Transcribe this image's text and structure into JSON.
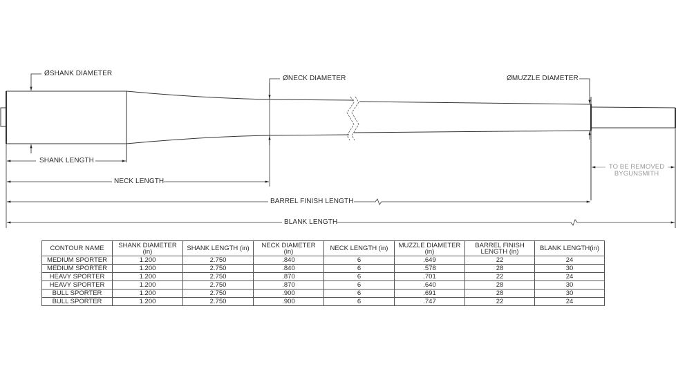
{
  "drawing": {
    "callouts": {
      "shank_diameter": "SHANK DIAMETER",
      "neck_diameter": "NECK DIAMETER",
      "muzzle_diameter": "MUZZLE DIAMETER",
      "diameter_symbol": "Ø"
    },
    "dimensions": {
      "shank_length": "SHANK LENGTH",
      "neck_length": "NECK LENGTH",
      "barrel_finish_length": "BARREL FINISH LENGTH",
      "blank_length": "BLANK LENGTH",
      "removed_note_line1": "TO BE REMOVED",
      "removed_note_line2": "BYGUNSMITH"
    }
  },
  "table": {
    "headers": [
      {
        "line1": "CONTOUR NAME",
        "line2": ""
      },
      {
        "line1": "SHANK DIAMETER",
        "line2": "(in)"
      },
      {
        "line1": "SHANK LENGTH (in)",
        "line2": ""
      },
      {
        "line1": "NECK DIAMETER",
        "line2": "(in)"
      },
      {
        "line1": "NECK LENGTH (in)",
        "line2": ""
      },
      {
        "line1": "MUZZLE DIAMETER",
        "line2": "(in)"
      },
      {
        "line1": "BARREL FINISH",
        "line2": "LENGTH (in)"
      },
      {
        "line1": "BLANK LENGTH(in)",
        "line2": ""
      }
    ],
    "rows": [
      [
        "MEDIUM SPORTER",
        "1.200",
        "2.750",
        ".840",
        "6",
        ".649",
        "22",
        "24"
      ],
      [
        "MEDIUM SPORTER",
        "1.200",
        "2.750",
        ".840",
        "6",
        ".578",
        "28",
        "30"
      ],
      [
        "HEAVY SPORTER",
        "1.200",
        "2.750",
        ".870",
        "6",
        ".701",
        "22",
        "24"
      ],
      [
        "HEAVY SPORTER",
        "1.200",
        "2.750",
        ".870",
        "6",
        ".640",
        "28",
        "30"
      ],
      [
        "BULL SPORTER",
        "1.200",
        "2.750",
        ".900",
        "6",
        ".691",
        "28",
        "30"
      ],
      [
        "BULL SPORTER",
        "1.200",
        "2.750",
        ".900",
        "6",
        ".747",
        "22",
        "24"
      ]
    ]
  }
}
